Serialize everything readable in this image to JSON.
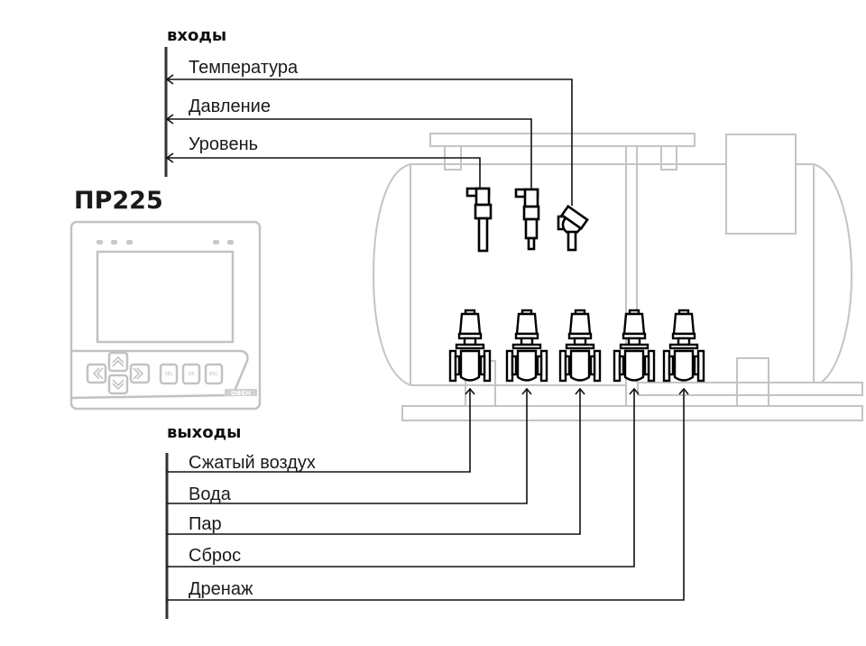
{
  "device": {
    "model": "ПР225",
    "buttons": [
      "SEL",
      "OK",
      "ESC"
    ],
    "nav_icons": [
      "arrow-left-double-icon",
      "arrow-up-double-icon",
      "arrow-right-double-icon",
      "arrow-down-double-icon"
    ],
    "brand_logo": "ОВЕН",
    "led_count_left": 3,
    "led_count_right": 2
  },
  "inputs": {
    "header": "входы",
    "items": [
      {
        "label": "Температура",
        "sensor": "temperature-sensor"
      },
      {
        "label": "Давление",
        "sensor": "pressure-sensor"
      },
      {
        "label": "Уровень",
        "sensor": "level-sensor"
      }
    ]
  },
  "outputs": {
    "header": "выходы",
    "items": [
      {
        "label": "Сжатый воздух",
        "actuator": "valve"
      },
      {
        "label": "Вода",
        "actuator": "valve"
      },
      {
        "label": "Пар",
        "actuator": "valve"
      },
      {
        "label": "Сброс",
        "actuator": "valve"
      },
      {
        "label": "Дренаж",
        "actuator": "valve"
      }
    ]
  },
  "colors": {
    "wire": "#111111",
    "equipment_outline": "#c4c4c4",
    "device_outline": "#c2c2c2",
    "symbol": "#000000"
  }
}
